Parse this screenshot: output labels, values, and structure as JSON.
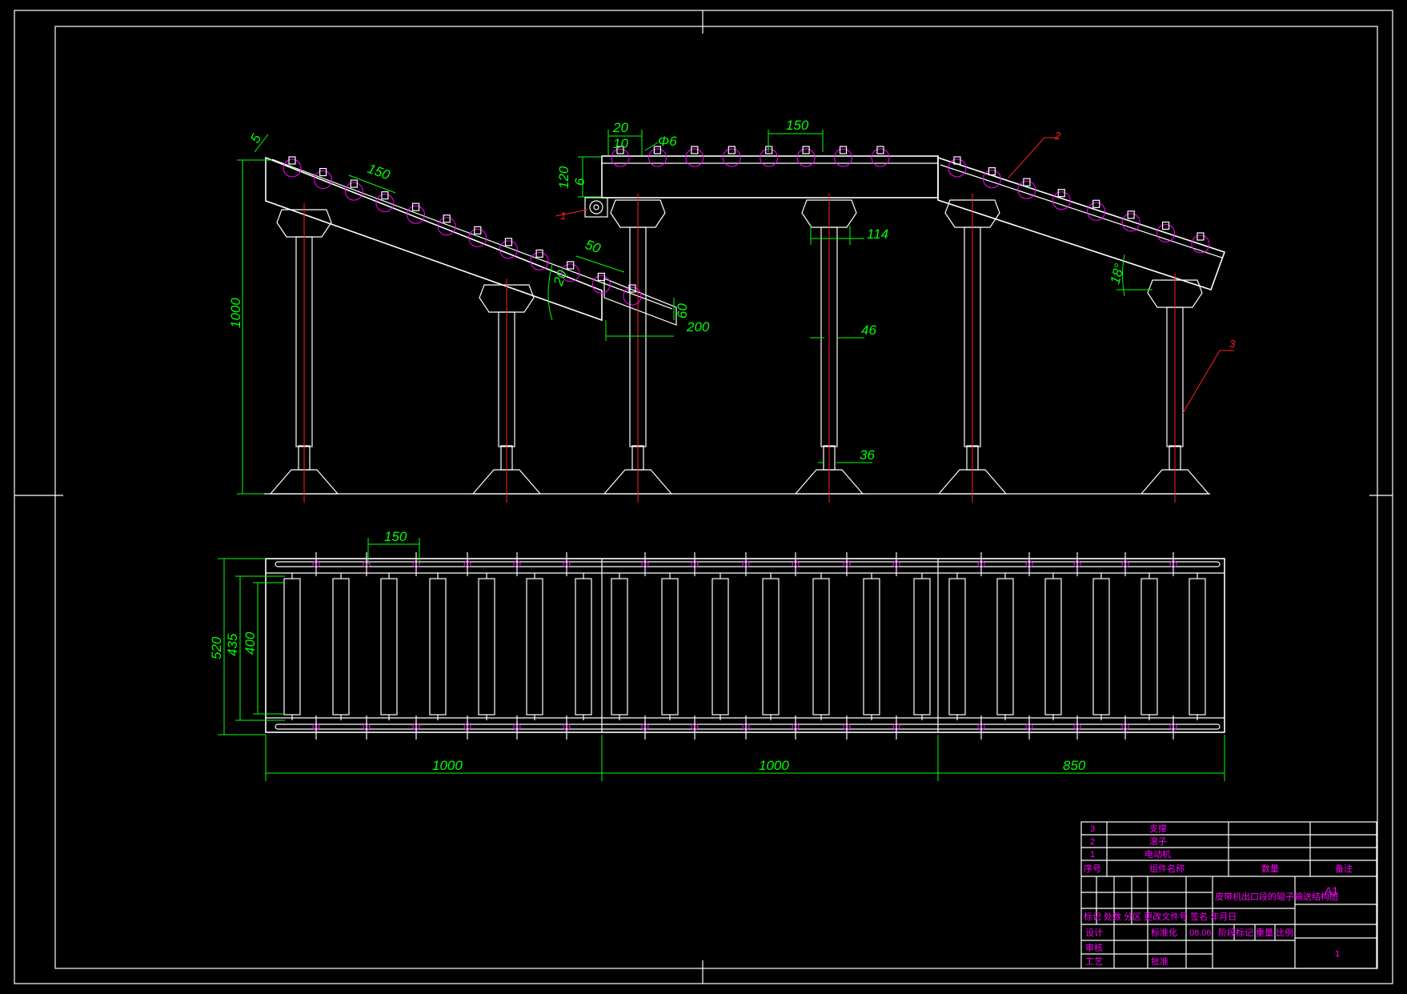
{
  "side_view": {
    "dims": {
      "d5": "5",
      "d150_left": "150",
      "d1000_height": "1000",
      "d50": "50",
      "d20_slope": "20",
      "d60": "60",
      "d200": "200",
      "d20_top": "20",
      "d10_top": "10",
      "phi6": "Φ6",
      "d150_top": "150",
      "d120": "120",
      "d6": "6",
      "d114": "114",
      "d46": "46",
      "d36": "36",
      "angle18": "18°"
    },
    "callouts": {
      "c1": "1",
      "c2": "2",
      "c3": "3"
    }
  },
  "plan_view": {
    "dims": {
      "d150": "150",
      "d520": "520",
      "d435": "435",
      "d400": "400",
      "len1": "1000",
      "len2": "1000",
      "len3": "850"
    }
  },
  "title_block": {
    "parts": [
      {
        "no": "3",
        "name": "支撑"
      },
      {
        "no": "2",
        "name": "滚子"
      },
      {
        "no": "1",
        "name": "电动机"
      }
    ],
    "header": {
      "no": "序号",
      "name": "组件名称",
      "qty": "数量",
      "remark": "备注"
    },
    "drawing_title": "皮带机出口段的辊子输送结构图",
    "sheet_size": "A1",
    "rev_row": "标记 处数 分区 更改文件号 签名 年月日",
    "design": "设计",
    "standard": "标准化",
    "date": "08.06",
    "stage": "阶段标记 重量 比例",
    "review": "审核",
    "process": "工艺",
    "approve": "批准",
    "sheet": "1"
  }
}
